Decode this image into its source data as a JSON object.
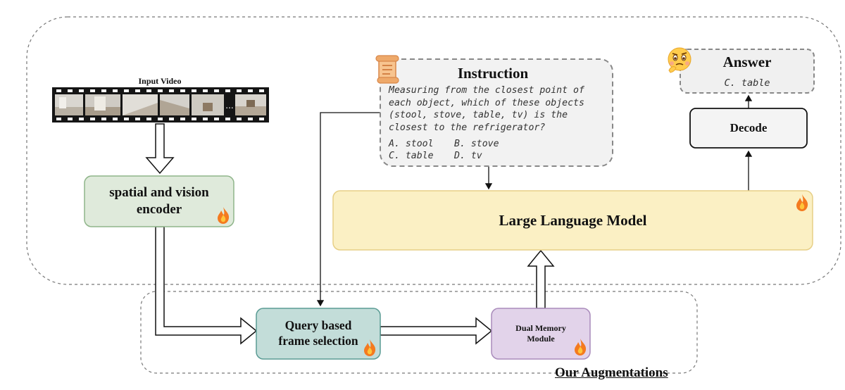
{
  "input_video": {
    "label": "Input Video",
    "ellipsis": "..."
  },
  "encoder": {
    "label_line1": "spatial and vision",
    "label_line2": "encoder"
  },
  "instruction": {
    "title": "Instruction",
    "question": "Measuring from the closest point of each object, which of these objects (stool, stove, table, tv) is the closest to the refrigerator?",
    "options": [
      "A. stool",
      "B. stove",
      "C. table",
      "D. tv"
    ]
  },
  "answer": {
    "title": "Answer",
    "value": "C. table"
  },
  "decode": {
    "label": "Decode"
  },
  "llm": {
    "label": "Large Language Model"
  },
  "query_frame": {
    "label_line1": "Query based",
    "label_line2": "frame selection"
  },
  "dual_memory": {
    "label_line1": "Dual Memory",
    "label_line2": "Module"
  },
  "augmentations": {
    "label": "Our Augmentations"
  },
  "colors": {
    "encoder_fill": "#dfeadb",
    "encoder_stroke": "#8fb58a",
    "llm_fill": "#fbf0c4",
    "llm_stroke": "#e7cf86",
    "query_fill": "#c3ddd9",
    "query_stroke": "#5a9b94",
    "memory_fill": "#e2d3ea",
    "memory_stroke": "#a98bbb",
    "instruction_fill": "#f2f2f2",
    "answer_fill": "#f0f0f0",
    "decode_fill": "#f4f4f4",
    "flame": "#f47a1f",
    "flame_inner": "#ffc53a"
  },
  "icons": [
    "fire-icon",
    "scroll-icon",
    "thinking-face-icon",
    "film-strip"
  ]
}
